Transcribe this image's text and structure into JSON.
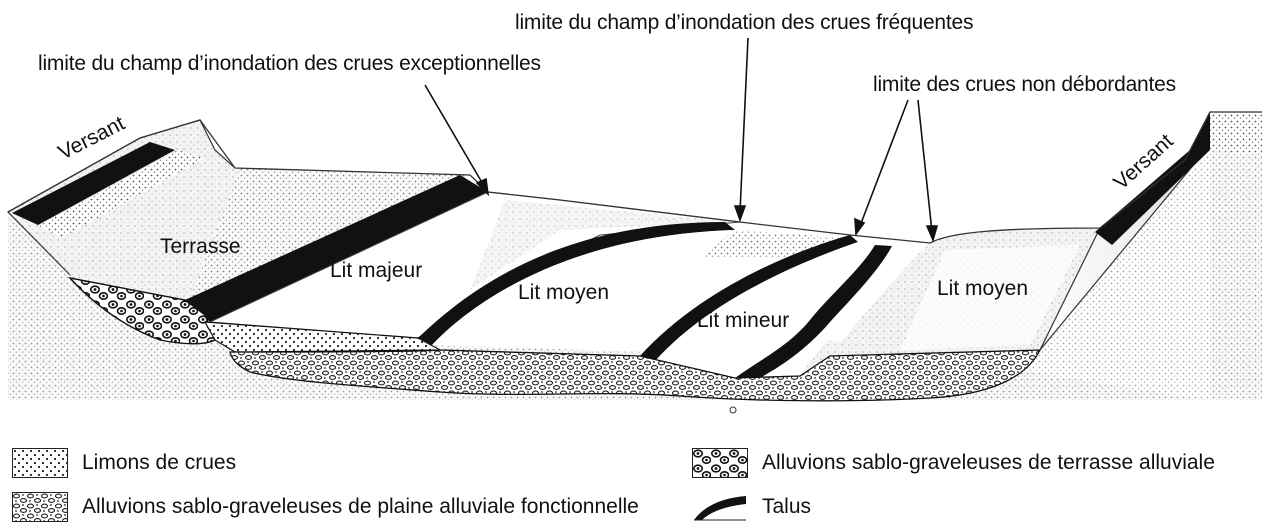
{
  "labels": {
    "crues_frequentes": "limite du champ d’inondation des crues fréquentes",
    "crues_exceptionnelles": "limite du champ d’inondation des crues exceptionnelles",
    "crues_non_debordantes": "limite des crues non débordantes",
    "versant_left": "Versant",
    "versant_right": "Versant",
    "terrasse": "Terrasse",
    "lit_majeur": "Lit majeur",
    "lit_moyen_left": "Lit moyen",
    "lit_mineur": "Lit mineur",
    "lit_moyen_right": "Lit moyen"
  },
  "legend": {
    "limons": "Limons de crues",
    "alluvions_plaine": "Alluvions sablo-graveleuses de plaine alluviale fonctionnelle",
    "alluvions_terrasse": "Alluvions sablo-graveleuses de terrasse alluviale",
    "talus": "Talus"
  }
}
